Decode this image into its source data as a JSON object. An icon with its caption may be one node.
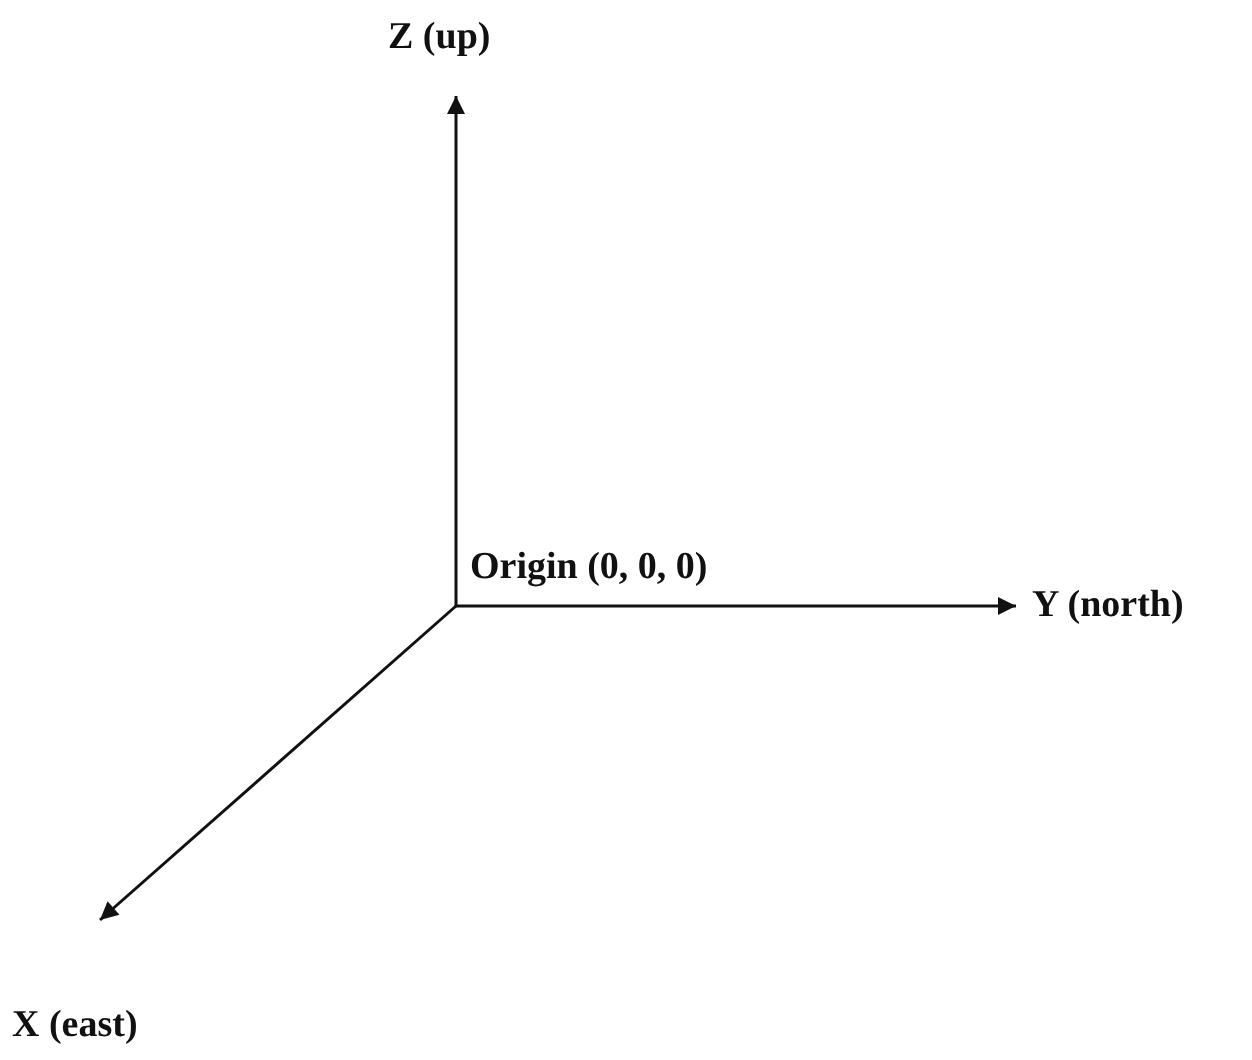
{
  "diagram": {
    "labels": [
      "Z (up)",
      "Origin (0, 0, 0)",
      "Y (north)",
      "X (east)"
    ]
  }
}
